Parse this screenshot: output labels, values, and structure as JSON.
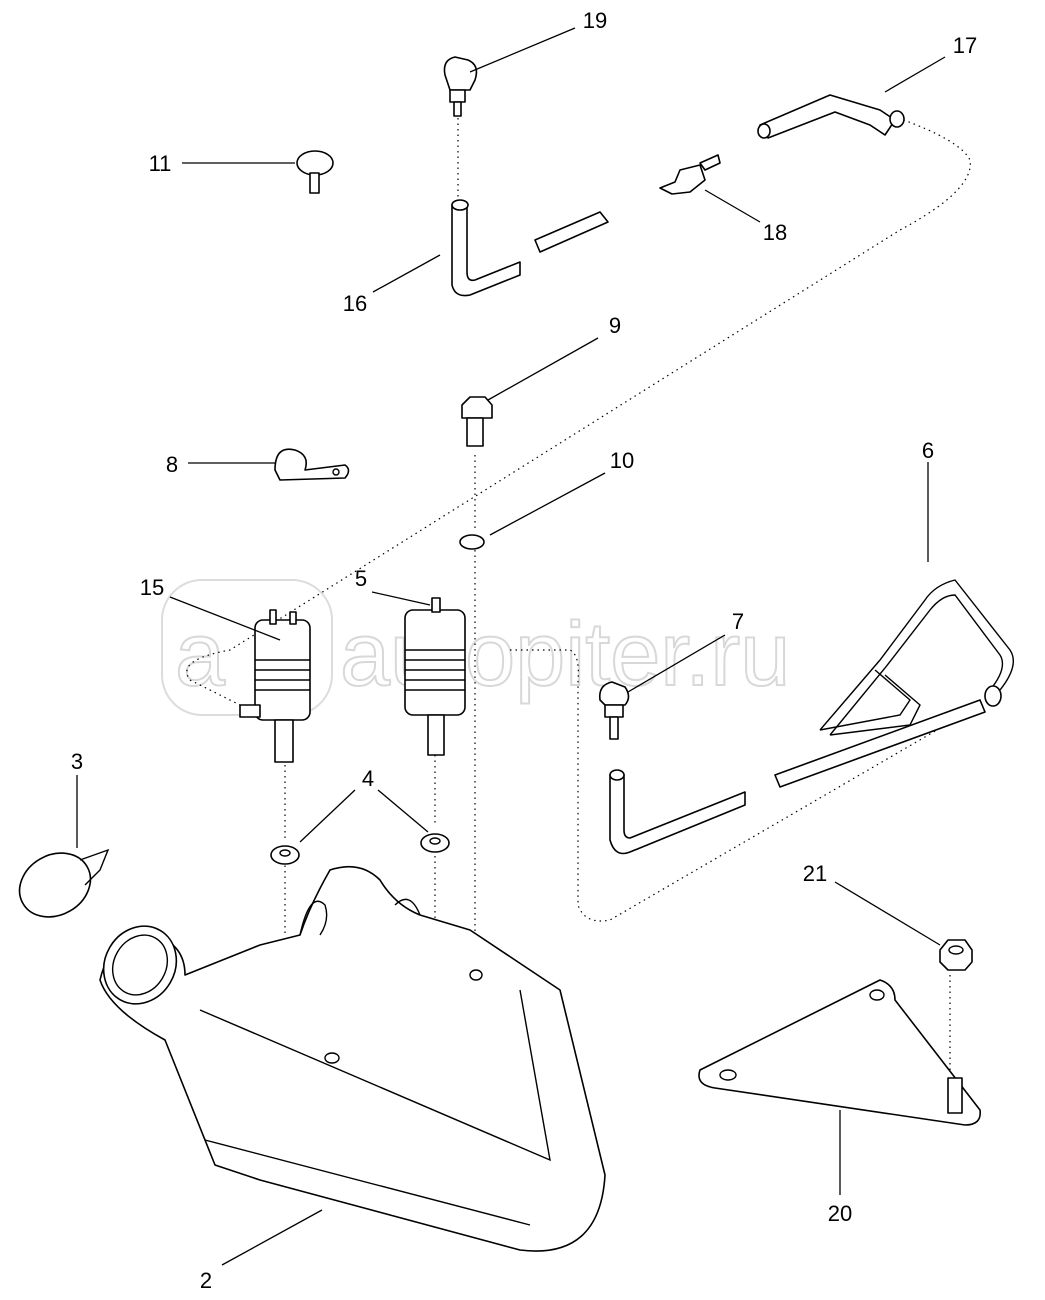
{
  "diagram": {
    "title": "Washer reservoir and pump assembly parts diagram",
    "watermark": "autopiter.ru",
    "watermark_logo": "a",
    "callouts": [
      "2",
      "3",
      "4",
      "5",
      "6",
      "7",
      "8",
      "9",
      "10",
      "11",
      "15",
      "16",
      "17",
      "18",
      "19",
      "20",
      "21"
    ]
  }
}
